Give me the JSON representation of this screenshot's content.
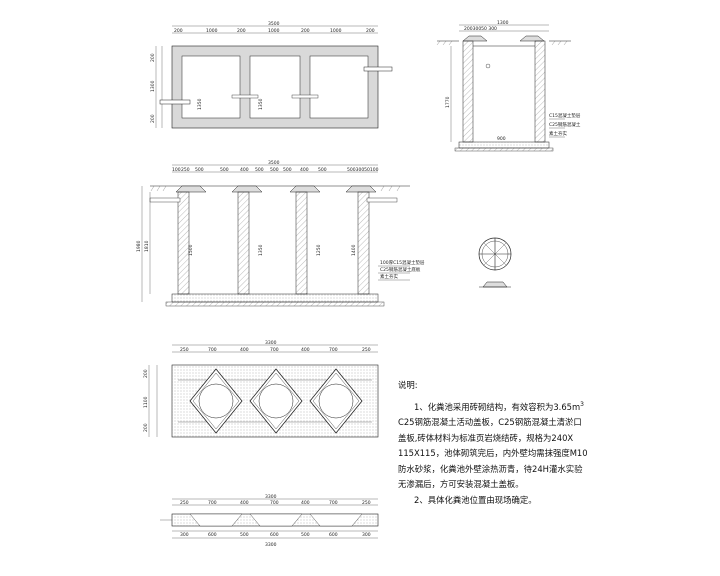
{
  "plan": {
    "total": "3500",
    "segs": [
      "200",
      "1000",
      "200",
      "1000",
      "200",
      "1000",
      "200"
    ],
    "left": [
      "200",
      "1300",
      "200"
    ],
    "inner_labels": [
      "1350",
      "1350"
    ]
  },
  "section_a": {
    "total": "1300",
    "top_segs": "20030050 300",
    "height_a": "1770",
    "inner_width": "900",
    "labels": [
      "C15混凝土垫层",
      "C25钢筋混凝土",
      "素土夯实"
    ]
  },
  "section_b": {
    "total": "3500",
    "top_segs": [
      "100",
      "250",
      "500",
      "500",
      "400",
      "500",
      "500",
      "500",
      "400",
      "500",
      "50030050100"
    ],
    "left_h1": "1980",
    "left_h2": "1810",
    "inner_heights": [
      "1500",
      "1350",
      "1250",
      "1400"
    ],
    "labels": [
      "100厚C15混凝土垫层",
      "C25钢筋混凝土底板",
      "素土夯实"
    ]
  },
  "plan_c": {
    "total": "3300",
    "segs": [
      "250",
      "700",
      "400",
      "700",
      "400",
      "700",
      "250"
    ],
    "left": [
      "200",
      "1100",
      "200"
    ]
  },
  "plan_d": {
    "total": "3300",
    "top_segs": [
      "250",
      "700",
      "400",
      "700",
      "400",
      "700",
      "250"
    ],
    "bottom_segs": [
      "300",
      "600",
      "500",
      "600",
      "500",
      "600",
      "300"
    ],
    "bottom_total": "3300"
  },
  "notes": {
    "title": "说明:",
    "item1_line1": "1、化粪池采用砖砌结构，有效容积为3.65m",
    "item1_sup": "3",
    "item1_line2": "C25钢筋混凝土活动盖板，C25钢筋混凝土清淤口",
    "item1_line3": "盖板,砖体材料为标准页岩烧结砖，规格为240X",
    "item1_line4": "115X115，池体砌筑完后，内外壁均需抹强度M10",
    "item1_line5": "防水砂浆，化粪池外壁涂热沥青，待24H灌水实验",
    "item1_line6": "无渗漏后，方可安装混凝土盖板。",
    "item2": "2、具体化粪池位置由现场确定。"
  }
}
